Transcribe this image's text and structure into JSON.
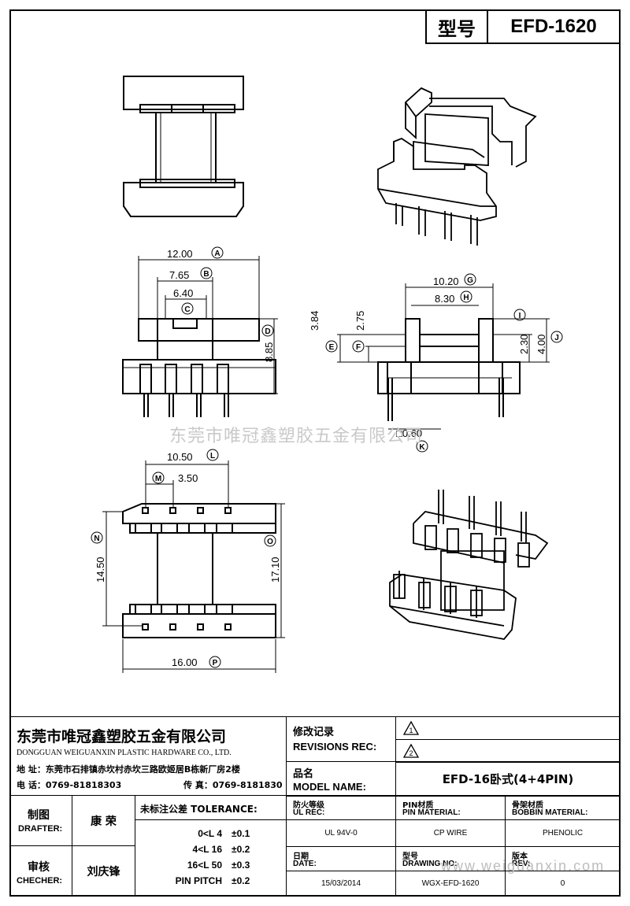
{
  "header": {
    "model_label": "型号",
    "model_value": "EFD-1620"
  },
  "dimensions": [
    {
      "value": "12.00",
      "tag": "A"
    },
    {
      "value": "7.65",
      "tag": "B"
    },
    {
      "value": "6.40",
      "tag": "C"
    },
    {
      "value": "8.85",
      "tag": "D"
    },
    {
      "value": "3.84",
      "tag": "E"
    },
    {
      "value": "2.75",
      "tag": "F"
    },
    {
      "value": "10.20",
      "tag": "G"
    },
    {
      "value": "8.30",
      "tag": "H"
    },
    {
      "value": "2.30",
      "tag": "I"
    },
    {
      "value": "4.00",
      "tag": "J"
    },
    {
      "value": "□0.60",
      "tag": "K"
    },
    {
      "value": "10.50",
      "tag": "L"
    },
    {
      "value": "3.50",
      "tag": "M"
    },
    {
      "value": "14.50",
      "tag": "N"
    },
    {
      "value": "17.10",
      "tag": "O"
    },
    {
      "value": "16.00",
      "tag": "P"
    }
  ],
  "watermark": {
    "text": "东莞市唯冠鑫塑胶五金有限公司",
    "url": "www.weiguanxin.com"
  },
  "company": {
    "name_cn": "东莞市唯冠鑫塑胶五金有限公司",
    "name_en": "DONGGUAN WEIGUANXIN PLASTIC HARDWARE CO., LTD.",
    "address": "地  址：东莞市石排镇赤坎村赤坎三路欧姬居B栋新厂房2楼",
    "tel": "电  话：0769-81818303",
    "fax": "传  真：0769-8181830"
  },
  "revisions": {
    "label_cn": "修改记录",
    "label_en": "REVISIONS REC:",
    "marks": [
      "1",
      "2"
    ]
  },
  "model_name": {
    "label_cn": "品名",
    "label_en": "MODEL NAME:",
    "value": "EFD-16卧式(4+4PIN)"
  },
  "drafter": {
    "label_cn": "制图",
    "label_en": "DRAFTER:",
    "value": "康  荣"
  },
  "checker": {
    "label_cn": "审核",
    "label_en": "CHECHER:",
    "value": "刘庆锋"
  },
  "tolerance": {
    "label": "未标注公差 TOLERANCE:",
    "rows": [
      {
        "range": "0<L   4",
        "value": "±0.1"
      },
      {
        "range": "4<L   16",
        "value": "±0.2"
      },
      {
        "range": "16<L   50",
        "value": "±0.3"
      },
      {
        "range": "PIN PITCH",
        "value": "±0.2"
      }
    ]
  },
  "specs": {
    "ul_cn": "防火等级",
    "ul_en": "UL REC:",
    "ul_value": "UL 94V-0",
    "pin_cn": "PIN材质",
    "pin_en": "PIN MATERIAL:",
    "pin_value": "CP WIRE",
    "bobbin_cn": "骨架材质",
    "bobbin_en": "BOBBIN MATERIAL:",
    "bobbin_value": "PHENOLIC",
    "date_cn": "日期",
    "date_en": "DATE:",
    "date_value": "15/03/2014",
    "drawing_cn": "型号",
    "drawing_en": "DRAWING NO:",
    "drawing_value": "WGX-EFD-1620",
    "rev_cn": "版本",
    "rev_en": "REV:",
    "rev_value": "0"
  }
}
